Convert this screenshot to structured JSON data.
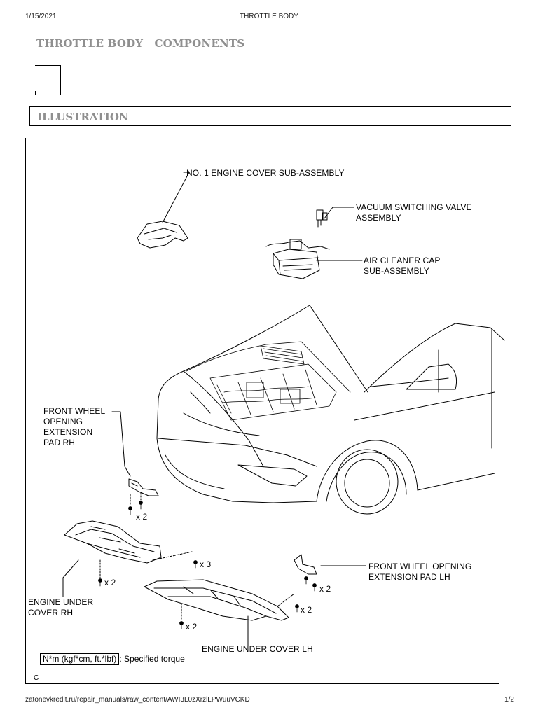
{
  "print_header": {
    "date": "1/15/2021",
    "title": "THROTTLE BODY"
  },
  "section_title": "THROTTLE BODY   COMPONENTS",
  "illustration_header": "ILLUSTRATION",
  "labels": {
    "engine_cover": "NO. 1 ENGINE COVER SUB-ASSEMBLY",
    "vsv": "VACUUM SWITCHING VALVE\nASSEMBLY",
    "air_cleaner": "AIR CLEANER CAP\nSUB-ASSEMBLY",
    "pad_rh": "FRONT WHEEL\nOPENING\nEXTENSION\nPAD RH",
    "pad_lh": "FRONT WHEEL OPENING\nEXTENSION PAD LH",
    "under_cover_rh": "ENGINE UNDER\nCOVER RH",
    "under_cover_lh": "ENGINE UNDER COVER LH"
  },
  "quantities": {
    "pad_rh_bolts": "x 2",
    "rh_screws": "x 3",
    "rh_bolts": "x 2",
    "lh_pad_bolts": "x 2",
    "lh_bolts": "x 2",
    "lh_front_bolts": "x 2"
  },
  "torque_legend": {
    "unit": "N*m (kgf*cm, ft.*lbf)",
    "text": ": Specified torque"
  },
  "figure_code": "C",
  "footer": {
    "url": "zatonevkredit.ru/repair_manuals/raw_content/AWI3L0zXrzlLPWuuVCKD",
    "page": "1/2"
  }
}
